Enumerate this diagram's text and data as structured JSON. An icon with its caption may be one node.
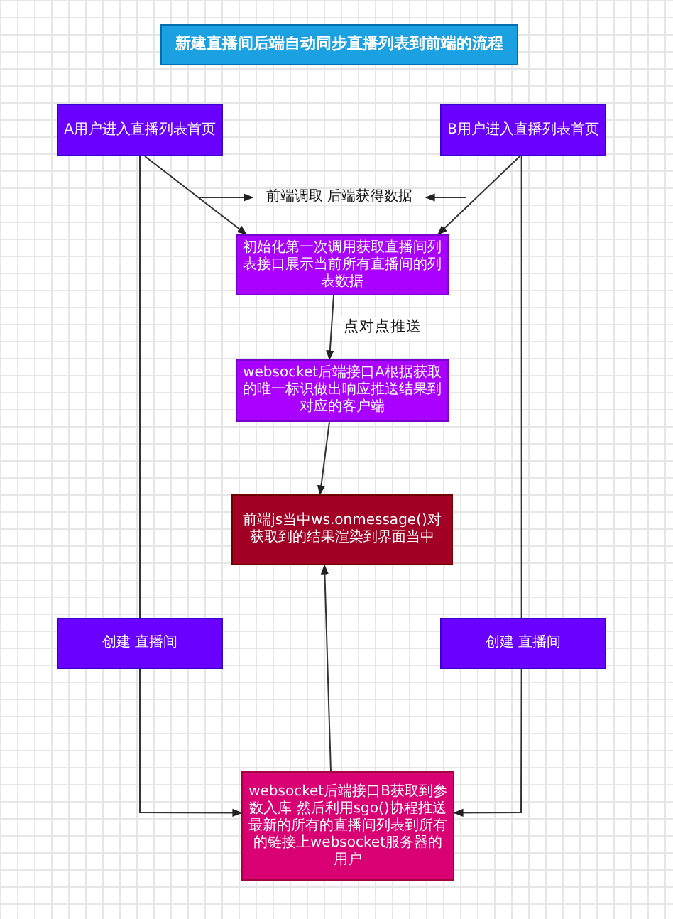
{
  "diagram": {
    "title": "新建直播间后端自动同步直播列表到前端的流程",
    "nodes": [
      {
        "text": [
          "A用户进入直播列表首页"
        ]
      },
      {
        "text": [
          "B用户进入直播列表首页"
        ]
      },
      {
        "text": [
          "前端调取 后端获得数据"
        ]
      },
      {
        "text": [
          "初始化第一次调用获取直播间列表接口展示当前所有直播间的列表数据"
        ]
      },
      {
        "text": [
          "websocket后端接口A根据获取的唯一标识做出响应推送结果到对应的客户端"
        ]
      },
      {
        "text": [
          "前端js当中ws.onmessage()对获取到的结果渲染到界面当中"
        ]
      },
      {
        "text": [
          "创建 直播间"
        ]
      },
      {
        "text": [
          "创建 直播间"
        ]
      },
      {
        "text": [
          "websocket后端接口B获取到参数入库 然后利用sgo()协程推送最新的所有的直播间列表到所有的链接上websocket服务器的用户"
        ]
      }
    ],
    "edges": [
      {
        "from": 0,
        "to": 3,
        "arrow": "to"
      },
      {
        "from": 1,
        "to": 3,
        "arrow": "to"
      },
      {
        "from": null,
        "to": 2,
        "arrow": "to"
      },
      {
        "from": null,
        "to": 2,
        "arrow": "to"
      },
      {
        "from": 3,
        "to": 4,
        "arrow": "to",
        "label": "点对点推送"
      },
      {
        "from": 4,
        "to": 5,
        "arrow": "to"
      },
      {
        "from": 0,
        "to": 6,
        "arrow": "none"
      },
      {
        "from": 1,
        "to": 7,
        "arrow": "none"
      },
      {
        "from": 6,
        "to": 8,
        "arrow": "to"
      },
      {
        "from": 7,
        "to": 8,
        "arrow": "to"
      },
      {
        "from": 8,
        "to": 5,
        "arrow": "to"
      }
    ]
  }
}
